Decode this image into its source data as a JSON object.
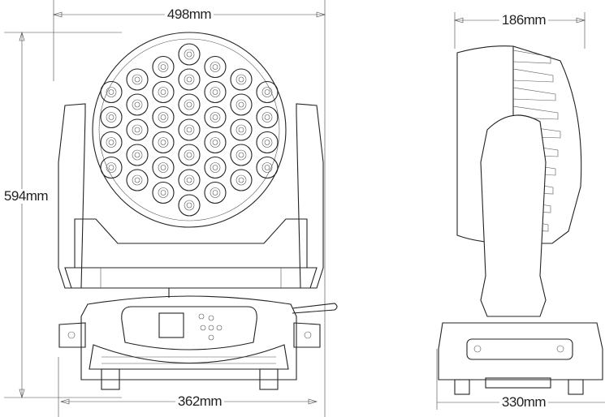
{
  "front_view": {
    "width_label": "498mm",
    "height_label": "594mm",
    "base_width_label": "362mm"
  },
  "side_view": {
    "depth_label": "186mm",
    "base_depth_label": "330mm"
  },
  "led_count": 37
}
